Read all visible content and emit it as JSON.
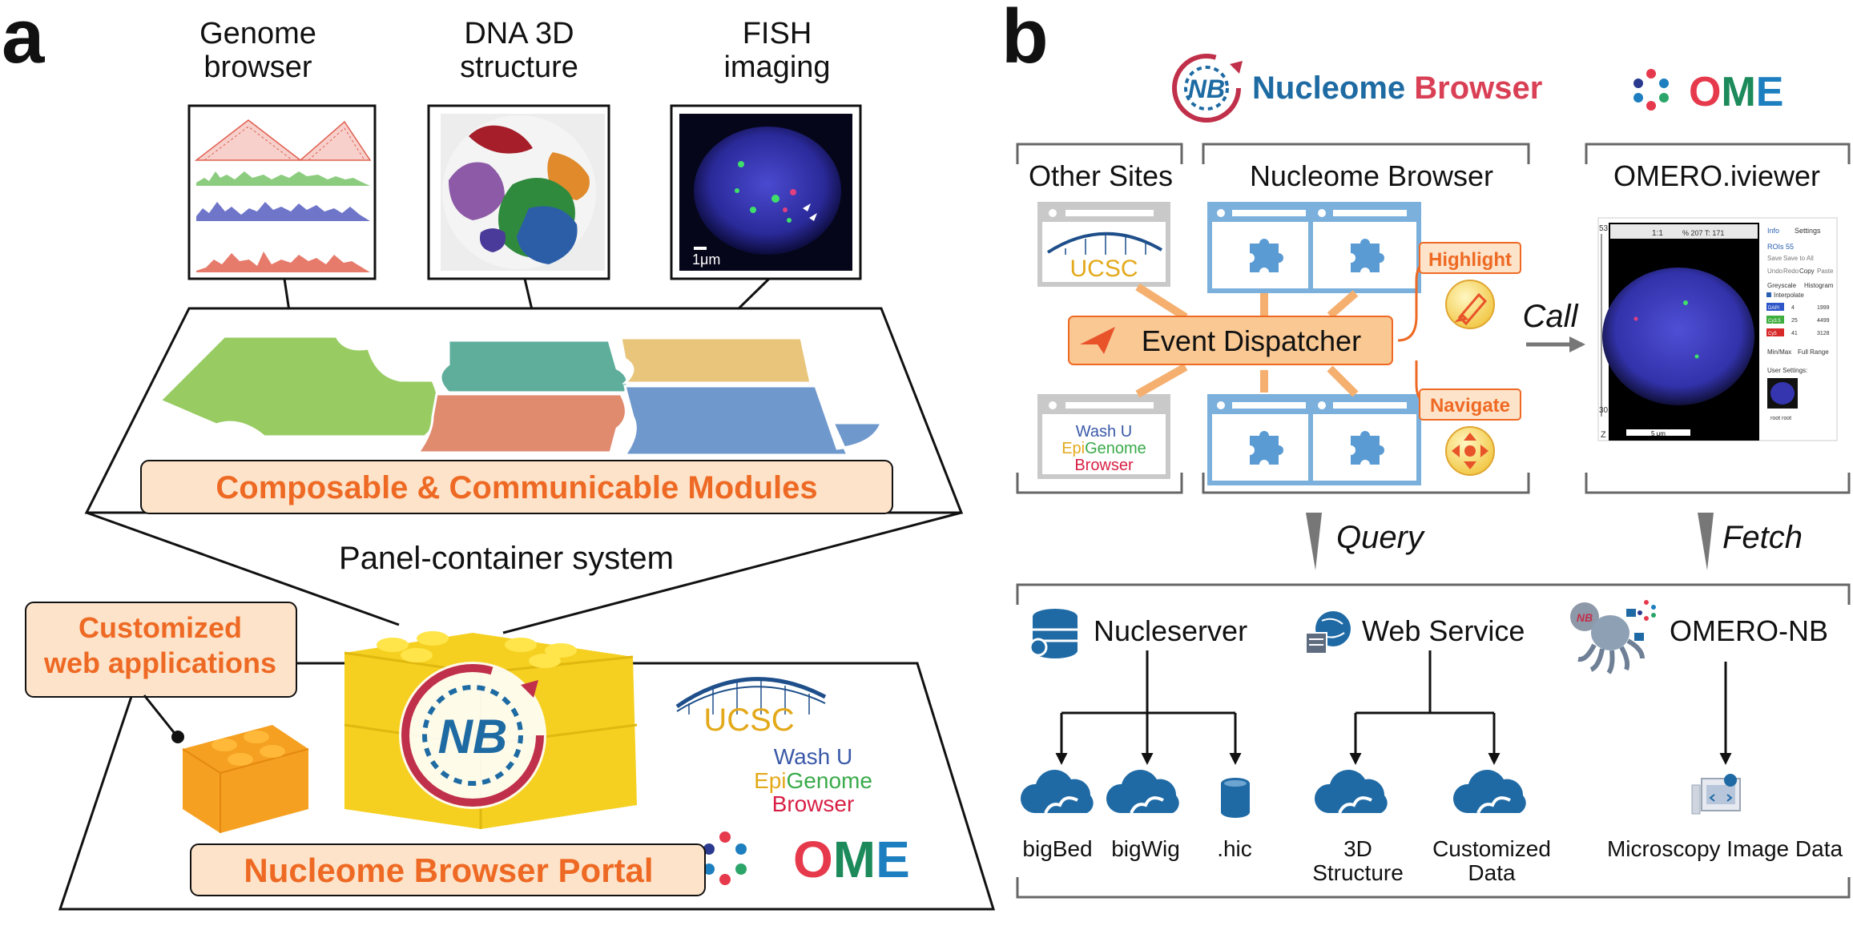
{
  "panel_a": {
    "letter": "a",
    "genome_browser": [
      "Genome",
      "browser"
    ],
    "dna_3d": [
      "DNA 3D",
      "structure"
    ],
    "fish": [
      "FISH",
      "imaging"
    ],
    "scale_bar": "1μm",
    "modules": "Composable & Communicable Modules",
    "panel_container": "Panel-container system",
    "customized": [
      "Customized",
      "web applications"
    ],
    "portal": "Nucleome Browser Portal",
    "ucsc": "UCSC",
    "washu": [
      "Wash U",
      "Epi",
      "Genome",
      "Browser"
    ],
    "ome": "OME"
  },
  "panel_b": {
    "letter": "b",
    "nb_logo_text": [
      "Nucleome",
      "Browser"
    ],
    "ome_logo": "OME",
    "other_sites": "Other Sites",
    "nucleome_browser": "Nucleome Browser",
    "omero_iviewer": "OMERO.iviewer",
    "event_dispatcher": "Event Dispatcher",
    "highlight": "Highlight",
    "navigate": "Navigate",
    "call": "Call",
    "query": "Query",
    "fetch": "Fetch",
    "ucsc": "UCSC",
    "washu": [
      "Wash U",
      "Epi",
      "Genome",
      "Browser"
    ],
    "nucleserver": "Nucleserver",
    "web_service": "Web Service",
    "omero_nb": "OMERO-NB",
    "bigbed": "bigBed",
    "bigwig": "bigWig",
    "hic": ".hic",
    "structure_3d": [
      "3D",
      "Structure"
    ],
    "customized_data": [
      "Customized",
      "Data"
    ],
    "microscopy": "Microscopy Image Data",
    "viewer": {
      "zoom_max": "53",
      "zoom_min": "30",
      "z_label": "Z",
      "scale": "5 μm",
      "tabs": [
        "Info",
        "Settings"
      ],
      "rois": "ROIs 55",
      "save_row": [
        "Save",
        "Save to All"
      ],
      "undo_row": [
        "Undo",
        "Redo",
        "Copy",
        "Paste"
      ],
      "mode_row": [
        "Greyscale",
        "Histogram"
      ],
      "interpolate": "Interpolate",
      "channels": [
        {
          "name": "DAPI",
          "start": "4",
          "end": "1999",
          "color": "#2f56c8"
        },
        {
          "name": "Cy3.5",
          "start": "25",
          "end": "4499",
          "color": "#3fae3f"
        },
        {
          "name": "Cy5",
          "start": "41",
          "end": "3128",
          "color": "#d82a2a"
        }
      ],
      "range_row": [
        "Min/Max",
        "Full Range"
      ],
      "user_settings": "User Settings:",
      "thumb_label": "root root",
      "toolbar_text": "1:1",
      "toolbar_pct": "%  207 T: 171"
    }
  },
  "colors": {
    "orange": "#ee6a24",
    "orange_fill": "#f9c893",
    "nb_blue": "#1e6ba3",
    "nb_red": "#d94055",
    "panel_blue": "#7cb0dc",
    "grey": "#c9c9c9",
    "ucsc_gold": "#e3a91a",
    "washu_blue": "#3a59a8",
    "washu_green": "#3aaa4a",
    "washu_red": "#d81f45"
  }
}
